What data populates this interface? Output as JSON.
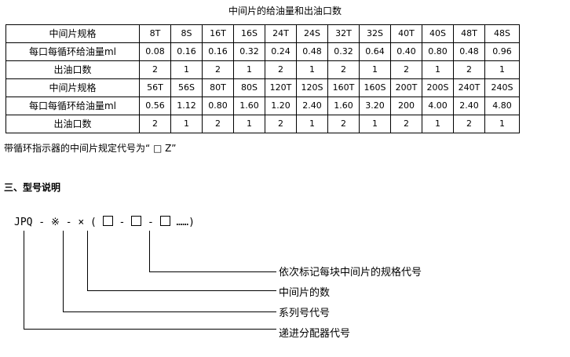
{
  "table": {
    "caption": "中间片的给油量和出油口数",
    "row_labels": [
      "中间片规格",
      "每口每循环给油量ml",
      "出油口数"
    ],
    "groups": [
      {
        "spec": [
          "8T",
          "8S",
          "16T",
          "16S",
          "24T",
          "24S",
          "32T",
          "32S",
          "40T",
          "40S",
          "48T",
          "48S"
        ],
        "oil": [
          "0.08",
          "0.16",
          "0.16",
          "0.32",
          "0.24",
          "0.48",
          "0.32",
          "0.64",
          "0.40",
          "0.80",
          "0.48",
          "0.96"
        ],
        "outlets": [
          "2",
          "1",
          "2",
          "1",
          "2",
          "1",
          "2",
          "1",
          "2",
          "1",
          "2",
          "1"
        ]
      },
      {
        "spec": [
          "56T",
          "56S",
          "80T",
          "80S",
          "120T",
          "120S",
          "160T",
          "160S",
          "200T",
          "200S",
          "240T",
          "240S"
        ],
        "oil": [
          "0.56",
          "1.12",
          "0.80",
          "1.60",
          "1.20",
          "2.40",
          "1.60",
          "3.20",
          "200",
          "4.00",
          "2.40",
          "4.80"
        ],
        "outlets": [
          "2",
          "1",
          "2",
          "1",
          "2",
          "1",
          "2",
          "1",
          "2",
          "1",
          "2",
          "1"
        ]
      }
    ]
  },
  "note": "带循环指示器的中间片规定代号为“ □ Z”",
  "section_title": "三、型号说明",
  "model_code": {
    "prefix": "JPQ",
    "sep1": " - ",
    "series_symbol": "※",
    "sep2": " - ",
    "count_symbol": "×",
    "open": " ( ",
    "sep3": " - ",
    "sep4": " - ",
    "ellipsis": " ……)"
  },
  "legend": [
    "依次标记每块中间片的规格代号",
    "中间片的数",
    "系列号代号",
    "递进分配器代号"
  ]
}
